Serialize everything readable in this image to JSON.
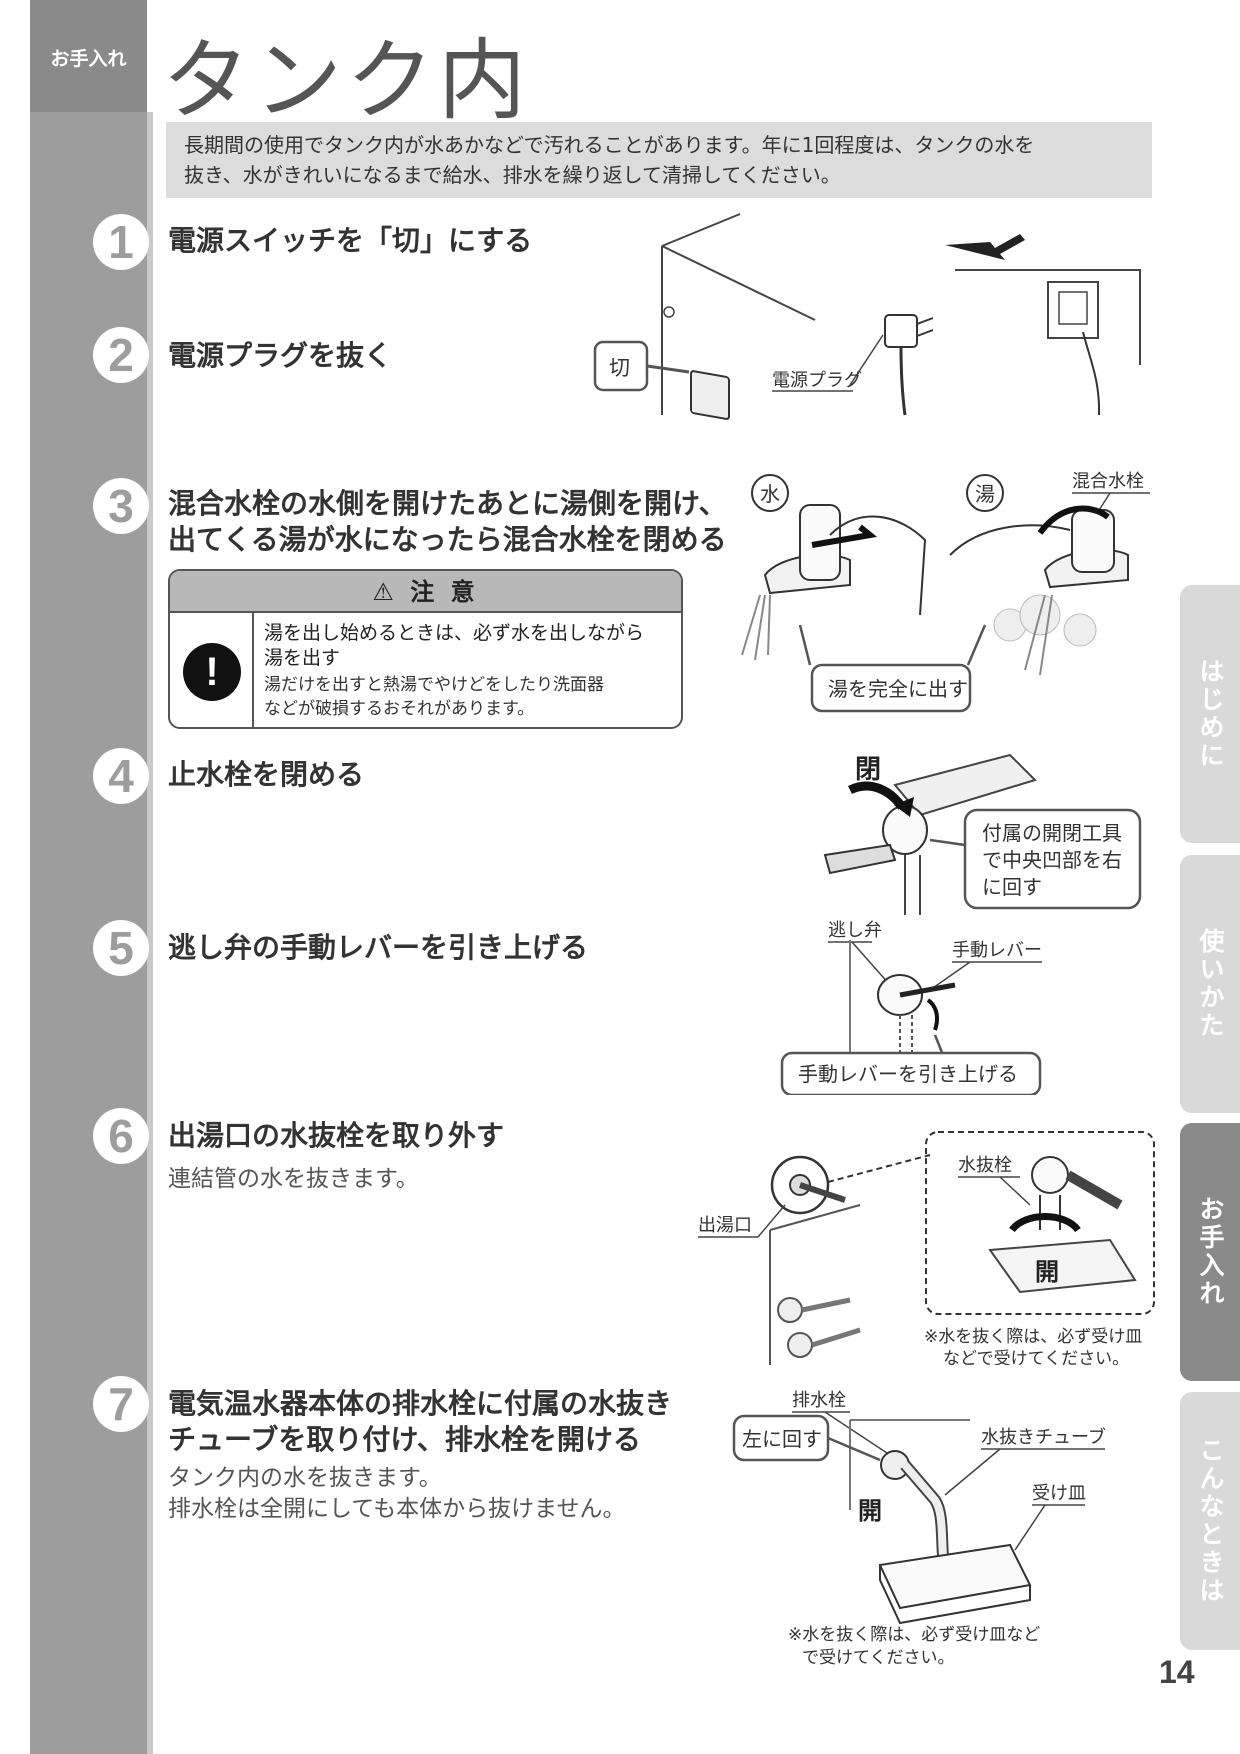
{
  "header": {
    "section_tag": "お手入れ",
    "title": "タンク内"
  },
  "intro": {
    "line1": "長期間の使用でタンク内が水あかなどで汚れることがあります。年に1回程度は、タンクの水を",
    "line2": "抜き、水がきれいになるまで給水、排水を繰り返して清掃してください。"
  },
  "steps": [
    {
      "num": "1",
      "title": "電源スイッチを「切」にする"
    },
    {
      "num": "2",
      "title": "電源プラグを抜く"
    },
    {
      "num": "3",
      "title_line1": "混合水栓の水側を開けたあとに湯側を開け、",
      "title_line2": "出てくる湯が水になったら混合水栓を閉める"
    },
    {
      "num": "4",
      "title": "止水栓を閉める"
    },
    {
      "num": "5",
      "title": "逃し弁の手動レバーを引き上げる"
    },
    {
      "num": "6",
      "title": "出湯口の水抜栓を取り外す",
      "sub": "連結管の水を抜きます。"
    },
    {
      "num": "7",
      "title_line1": "電気温水器本体の排水栓に付属の水抜き",
      "title_line2": "チューブを取り付け、排水栓を開ける",
      "sub_line1": "タンク内の水を抜きます。",
      "sub_line2": "排水栓は全開にしても本体から抜けません。"
    }
  ],
  "caution": {
    "heading": "⚠ 注 意",
    "icon": "!",
    "main_line1": "湯を出し始めるときは、必ず水を出しながら",
    "main_line2": "湯を出す",
    "sub_line1": "湯だけを出すと熱湯でやけどをしたり洗面器",
    "sub_line2": "などが破損するおそれがあります。"
  },
  "illustrations": {
    "switch_off_label": "切",
    "power_plug_label": "電源プラグ",
    "water_label": "水",
    "hot_label": "湯",
    "mixer_faucet_label": "混合水栓",
    "hot_full_callout": "湯を完全に出す",
    "close_label": "閉",
    "tool_callout_line1": "付属の開閉工具",
    "tool_callout_line2": "で中央凹部を右",
    "tool_callout_line3": "に回す",
    "relief_valve_label": "逃し弁",
    "manual_lever_label": "手動レバー",
    "lever_callout": "手動レバーを引き上げる",
    "outlet_label": "出湯口",
    "drain_plug_label": "水抜栓",
    "open_label": "開",
    "note1_line1": "※水を抜く際は、必ず受け皿",
    "note1_line2": "などで受けてください。",
    "drain_valve_label": "排水栓",
    "turn_left_callout": "左に回す",
    "drain_tube_label": "水抜きチューブ",
    "tray_label": "受け皿",
    "note2_line1": "※水を抜く際は、必ず受け皿など",
    "note2_line2": "で受けてください。"
  },
  "side_tabs": [
    {
      "label": "はじめに",
      "active": false
    },
    {
      "label": "使いかた",
      "active": false
    },
    {
      "label": "お手入れ",
      "active": true
    },
    {
      "label": "こんなときは",
      "active": false
    }
  ],
  "page_number": "14"
}
